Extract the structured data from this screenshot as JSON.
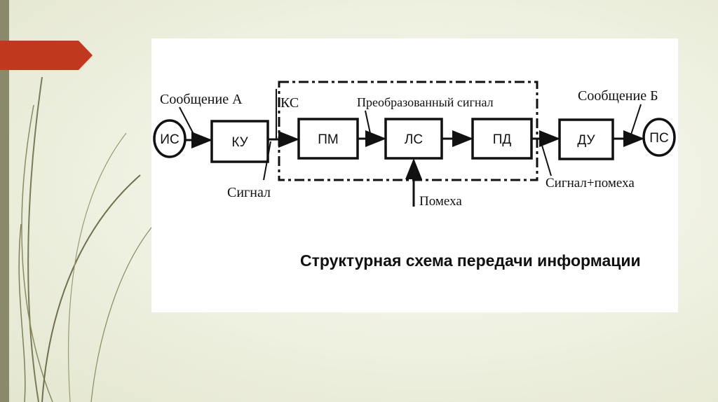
{
  "slide": {
    "accent_color": "#c0391e",
    "sidebar_color": "#8a8a6a"
  },
  "diagram": {
    "source_label": "ИС",
    "sink_label": "ПС",
    "blocks": {
      "encoder": "КУ",
      "modulator": "ПМ",
      "line": "ЛС",
      "demodulator": "ПД",
      "decoder": "ДУ"
    },
    "labels": {
      "message_a": "Сообщение А",
      "channel": "КС",
      "converted_signal": "Преобразованный сигнал",
      "message_b": "Сообщение Б",
      "signal": "Сигнал",
      "noise": "Помеха",
      "signal_plus_noise": "Сигнал+помеха"
    },
    "caption": "Структурная схема передачи информации"
  }
}
